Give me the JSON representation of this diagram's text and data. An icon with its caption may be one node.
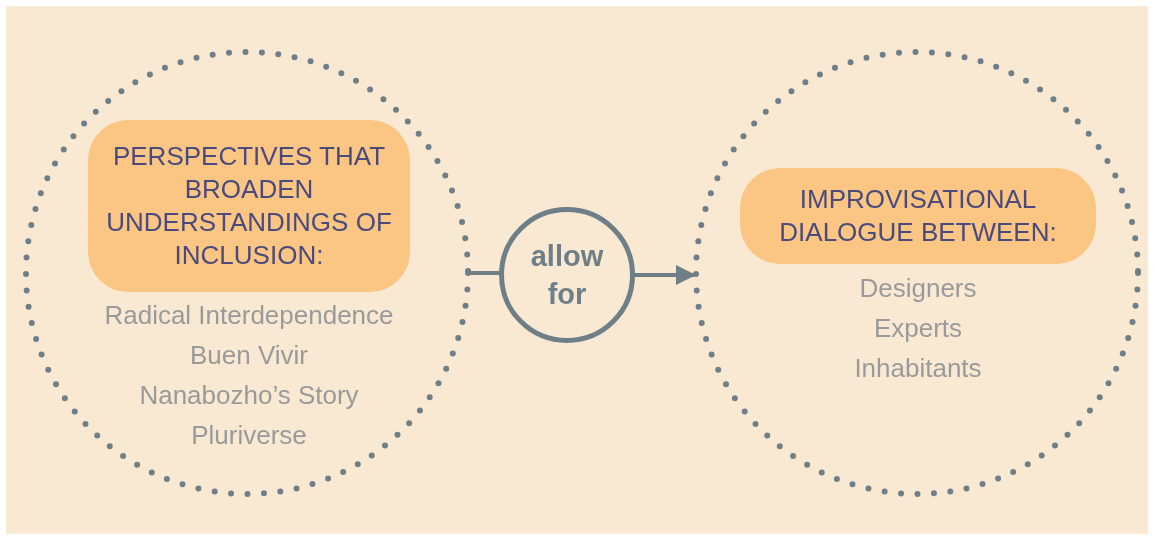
{
  "diagram": {
    "nodes": [
      {
        "text": [],
        "shape": "circle"
      },
      {
        "text": [
          "PERSPECTIVES THAT BROADEN UNDERSTANDINGS OF INCLUSION:"
        ],
        "in": 0,
        "beside": [
          "Radical Interdependence",
          "Buen Vivir",
          "Nanabozho’s Story",
          "Pluriverse"
        ]
      },
      {
        "text": [
          "allow for"
        ]
      },
      {
        "text": [],
        "shape": "circle"
      },
      {
        "text": [
          "IMPROVISATIONAL DIALOGUE BETWEEN:"
        ],
        "in": 3,
        "beside": [
          "Designers",
          "Experts",
          "Inhabitants"
        ]
      }
    ],
    "edges": [
      {
        "from": 0,
        "to": 2,
        "arrow": "none"
      },
      {
        "from": 2,
        "to": 3,
        "arrow": "to"
      }
    ]
  }
}
